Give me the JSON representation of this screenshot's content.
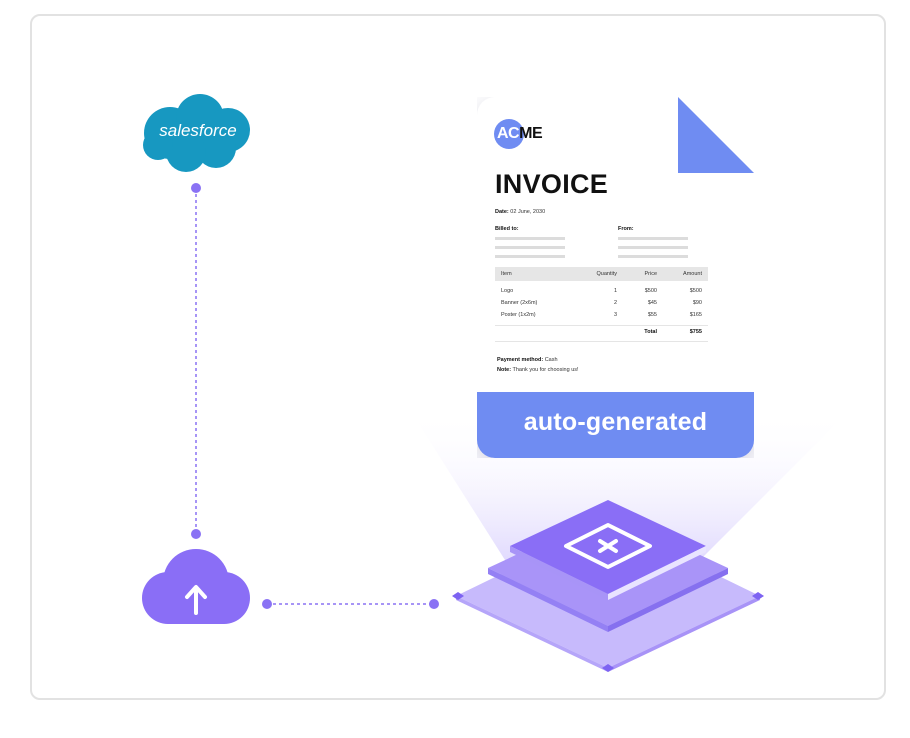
{
  "salesforce": {
    "label": "salesforce"
  },
  "invoice": {
    "logo_text_a": "AC",
    "logo_text_b": "ME",
    "title": "INVOICE",
    "date_label": "Date:",
    "date_value": "02 June, 2030",
    "billed_to_label": "Billed to:",
    "from_label": "From:",
    "table": {
      "headers": [
        "Item",
        "Quantity",
        "Price",
        "Amount"
      ],
      "rows": [
        [
          "Logo",
          "1",
          "$500",
          "$500"
        ],
        [
          "Banner (2x6m)",
          "2",
          "$45",
          "$90"
        ],
        [
          "Poster (1x2m)",
          "3",
          "$55",
          "$165"
        ]
      ],
      "total_label": "Total",
      "total_value": "$755"
    },
    "payment_label": "Payment method:",
    "payment_value": "Cash",
    "note_label": "Note:",
    "note_value": "Thank you for choosing us!"
  },
  "badge": {
    "text": "auto-generated"
  },
  "icons": {
    "salesforce": "salesforce-cloud-icon",
    "upload": "cloud-upload-icon",
    "platform": "x-logo-icon"
  },
  "colors": {
    "salesforce_blue": "#1798c1",
    "purple": "#8a72f4",
    "invoice_blue": "#6f8cf2",
    "frame_border": "#e2e2e2"
  }
}
